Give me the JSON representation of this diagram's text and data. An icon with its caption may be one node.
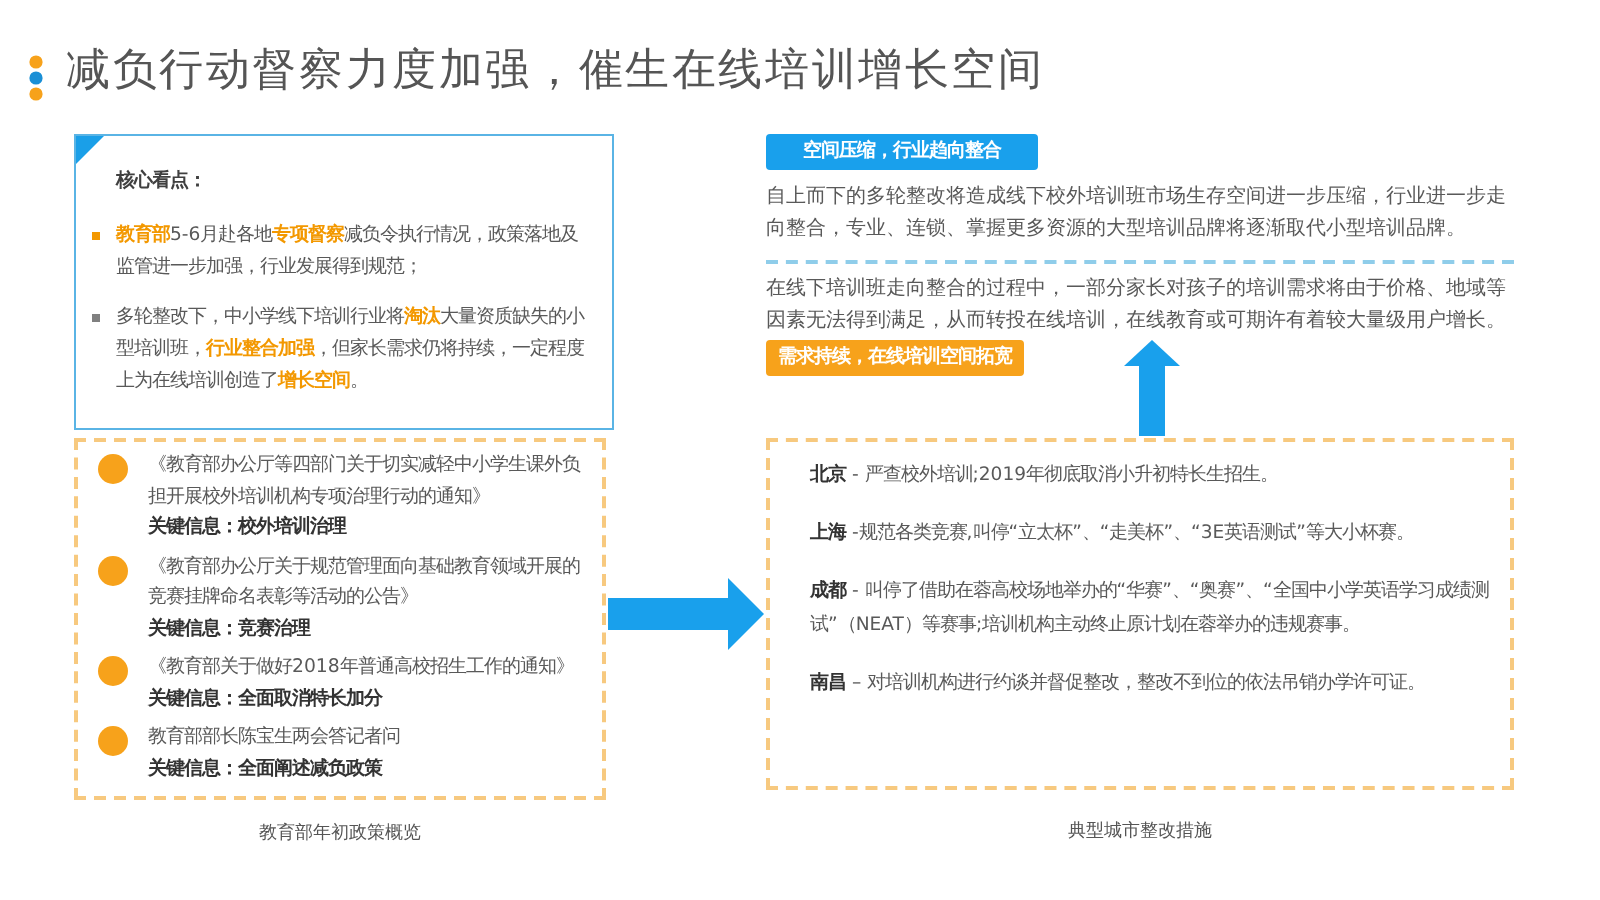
{
  "diagram": {
    "title": "减负行动督察力度加强，催生在线培训增长空间",
    "nodes": [
      {
        "text": [
          "核心看点：",
          "**教育部**5-6月赴各地**专项督察**减负令执行情况，政策落地及监管进一步加强，行业发展得到规范；",
          "多轮整改下，中小学线下培训行业将**淘汰**大量资质缺失的小型培训班，**行业整合加强**，但家长需求仍将持续，一定程度上为在线培训创造了**增长空间**。"
        ]
      },
      {
        "text": [
          "空间压缩，行业趋向整合"
        ]
      },
      {
        "text": [
          "在线下培训班走向整合的过程中，一部分家长对孩子的培训需求将由于价格、地域等因素无法得到满足，从而转投在线培训，在线教育或可期许有着较大量级用户增长。"
        ]
      },
      {
        "text": [
          "需求持续，在线培训空间拓宽"
        ]
      },
      {
        "text": [
          "《教育部办公厅等四部门关于切实减轻中小学生课外负担开展校外培训机构专项治理行动的通知》",
          "关键信息：校外培训治理",
          "《教育部办公厅关于规范管理面向基础教育领域开展的竞赛挂牌命名表彰等活动的公告》",
          "关键信息：竞赛治理",
          "《教育部关于做好2018年普通高校招生工作的通知》",
          "关键信息：全面取消特长加分",
          "教育部部长陈宝生两会答记者问",
          "关键信息：全面阐述减负政策"
        ],
        "beside": [
          "教育部年初政策概览"
        ]
      },
      {
        "text": [
          "**北京** - 严查校外培训;2019年彻底取消小升初特长生招生。",
          "**上海** -规范各类竞赛,叫停“立太杯”、“走美杯”、“3E英语测试”等大小杯赛。",
          "**成都** - 叫停了借助在蓉高校场地举办的“华赛”、“奥赛”、“全国中小学英语学习成绩测试”（NEAT）等赛事;培训机构主动终止原计划在蓉举办的违规赛事。",
          "**南昌** – 对培训机构进行约谈并督促整改，整改不到位的依法吊销办学许可证。"
        ],
        "beside": [
          "典型城市整改措施"
        ]
      }
    ],
    "edges": [
      {
        "from": 4,
        "to": 5,
        "arrow": "to"
      },
      {
        "from": 5,
        "to": 2,
        "arrow": "to"
      }
    ],
    "labels": [
      "自上而下的多轮整改将造成线下校外培训班市场生存空间进一步压缩，行业进一步走向整合，专业、连锁、掌握更多资源的大型培训品牌将逐渐取代小型培训品牌。"
    ]
  }
}
